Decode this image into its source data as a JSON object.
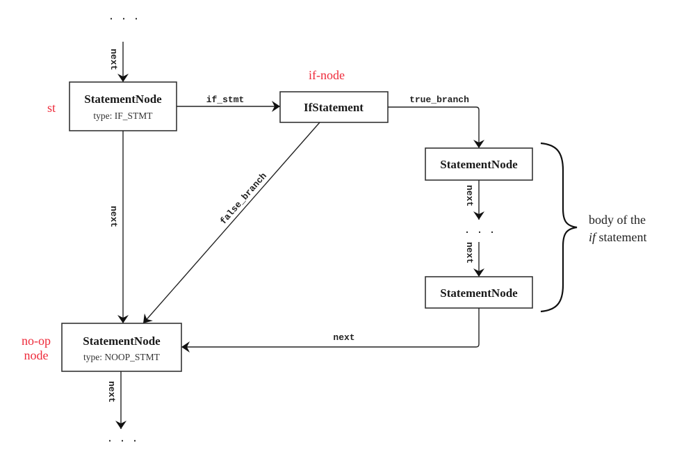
{
  "nodes": {
    "st": {
      "title": "StatementNode",
      "subtitle": "type: IF_STMT",
      "annotation": "st"
    },
    "if_node": {
      "title": "IfStatement",
      "annotation": "if-node"
    },
    "body_first": {
      "title": "StatementNode"
    },
    "body_last": {
      "title": "StatementNode"
    },
    "noop": {
      "title": "StatementNode",
      "subtitle": "type: NOOP_STMT",
      "annotation_line1": "no-op",
      "annotation_line2": "node"
    }
  },
  "edges": {
    "top_next": "next",
    "if_stmt": "if_stmt",
    "true_branch": "true_branch",
    "false_branch": "false_branch",
    "st_next": "next",
    "body_next_1": "next",
    "body_next_2": "next",
    "return_next": "next",
    "bottom_next": "next"
  },
  "ellipsis": {
    "top": ". . .",
    "body": ". . .",
    "bottom": ". . ."
  },
  "brace_label": {
    "line1": "body of the",
    "line2_italic": "if",
    "line2_rest": " statement"
  },
  "colors": {
    "annotation": "#ee2a3a",
    "stroke": "#222222"
  }
}
